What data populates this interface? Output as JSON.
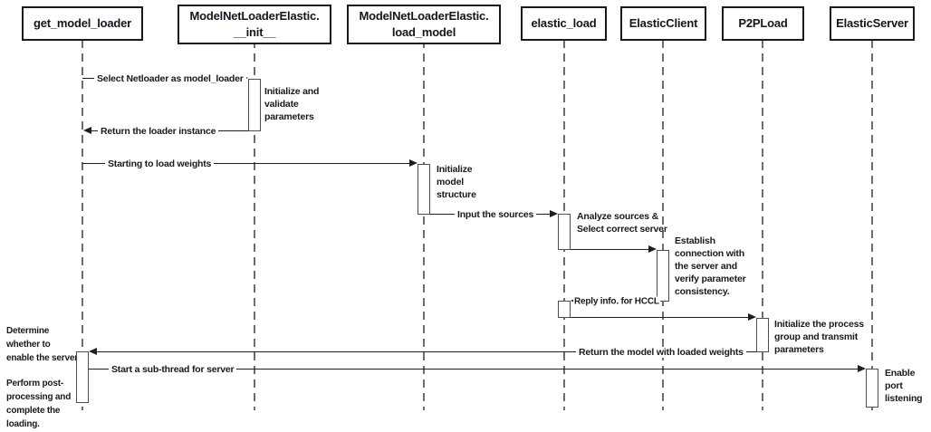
{
  "diagram": {
    "type": "uml-sequence-diagram",
    "participants": [
      {
        "label": "get_model_loader"
      },
      {
        "label": "ModelNetLoaderElastic.\n__init__"
      },
      {
        "label": "ModelNetLoaderElastic.\nload_model"
      },
      {
        "label": "elastic_load"
      },
      {
        "label": "ElasticClient"
      },
      {
        "label": "P2PLoad"
      },
      {
        "label": "ElasticServer"
      }
    ],
    "messages": [
      {
        "from": "get_model_loader",
        "to": "ModelNetLoaderElastic.__init__",
        "label": "Select Netloader as model_loader"
      },
      {
        "from": "ModelNetLoaderElastic.__init__",
        "to": "get_model_loader",
        "label": "Return the loader instance"
      },
      {
        "from": "get_model_loader",
        "to": "ModelNetLoaderElastic.load_model",
        "label": "Starting to load weights"
      },
      {
        "from": "ModelNetLoaderElastic.load_model",
        "to": "elastic_load",
        "label": "Input the sources"
      },
      {
        "from": "elastic_load",
        "to": "ElasticClient",
        "label": ""
      },
      {
        "from": "ElasticClient",
        "to": "elastic_load",
        "label": "Reply info. for HCCL"
      },
      {
        "from": "elastic_load",
        "to": "P2PLoad",
        "label": ""
      },
      {
        "from": "P2PLoad",
        "to": "get_model_loader",
        "label": "Return the model with loaded weights"
      },
      {
        "from": "get_model_loader",
        "to": "ElasticServer",
        "label": "Start a sub-thread for server"
      }
    ],
    "notes": [
      {
        "anchor": "ModelNetLoaderElastic.__init__",
        "text": "Initialize and\nvalidate\nparameters"
      },
      {
        "anchor": "ModelNetLoaderElastic.load_model",
        "text": "Initialize\nmodel\nstructure"
      },
      {
        "anchor": "elastic_load",
        "text": "Analyze sources &\nSelect correct server"
      },
      {
        "anchor": "ElasticClient",
        "text": "Establish\nconnection with\nthe server and\nverify parameter\nconsistency."
      },
      {
        "anchor": "P2PLoad",
        "text": "Initialize the process\ngroup and transmit\nparameters"
      },
      {
        "anchor": "ElasticServer",
        "text": "Enable\nport\nlistening"
      }
    ],
    "side_notes": [
      {
        "text": "Determine\nwhether to\nenable the server"
      },
      {
        "text": "Perform post-\nprocessing and\ncomplete the\nloading."
      }
    ]
  },
  "colors": {
    "background": "#ffffff",
    "box_border": "#1a1a1a",
    "arrow_line": "#1f1f1f",
    "lifeline": "#6e6e6e",
    "activation_border": "#4d4d4d",
    "text": "#15151f"
  }
}
